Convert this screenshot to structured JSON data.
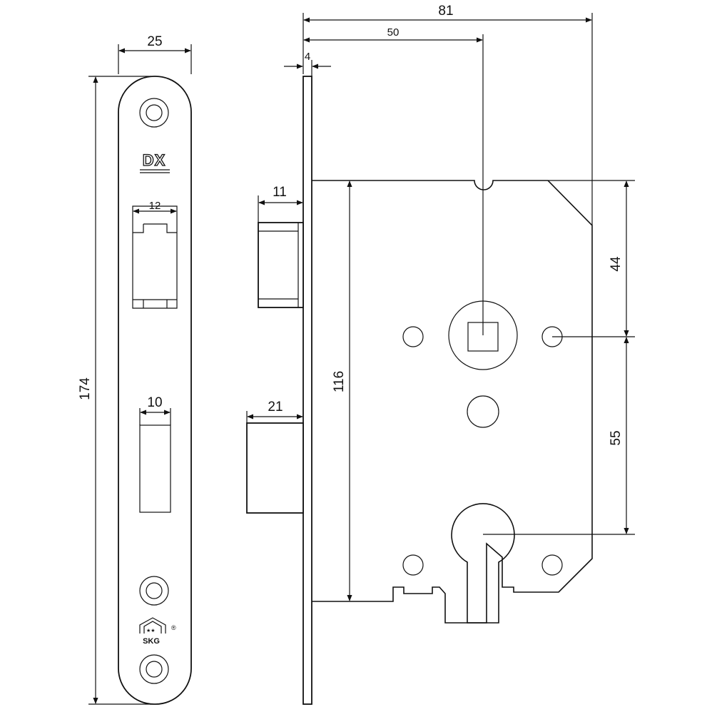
{
  "dimensions": {
    "faceplate_width": "25",
    "faceplate_height": "174",
    "latch_opening_width": "12",
    "bolt_opening_width": "10",
    "overall_depth": "81",
    "backset": "50",
    "faceplate_thickness": "4",
    "latch_projection": "11",
    "bolt_projection": "21",
    "case_height": "116",
    "follower_to_screw": "44",
    "centre_distance": "55"
  },
  "branding": {
    "logo": "DX",
    "certification": "SKG",
    "registered_mark": "®"
  },
  "colors": {
    "line": "#111111",
    "background": "#ffffff"
  }
}
